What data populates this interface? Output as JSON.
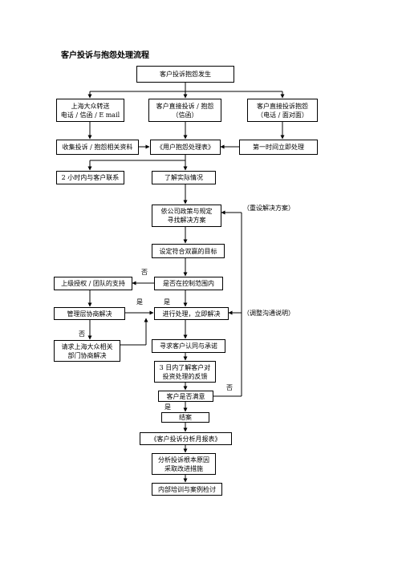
{
  "title": "客户投诉与抱怨处理流程",
  "nodes": {
    "start": "客户投诉抱怨发生",
    "n_forward_1": "上海大众转送",
    "n_forward_2": "电话 / 信函 / E mail",
    "n_direct_letter_1": "客户直接投诉 / 抱怨",
    "n_direct_letter_2": "（信函）",
    "n_direct_phone_1": "客户直接投诉抱怨",
    "n_direct_phone_2": "（电话 / 面对面）",
    "collect": "收集投诉 / 抱怨相关资料",
    "form": "《用户抱怨处理表》",
    "immediate": "第一时间立即处理",
    "contact": "2 小时内与客户联系",
    "understand": "了解实际情况",
    "policy_1": "依公司政策与规定",
    "policy_2": "寻找解决方案",
    "winwin": "设定符合双赢的目标",
    "support": "上级授权 / 团队的支持",
    "in_scope": "是否在控制范围内",
    "mgmt": "管理层协商解决",
    "handle": "进行处理，立即解决",
    "request_1": "请求上海大众相关",
    "request_2": "部门协商解决",
    "approve": "寻求客户认同与承诺",
    "feedback_1": "3 日内了解客户对",
    "feedback_2": "投资处理的反馈",
    "satisfied": "客户是否满意",
    "close": "结案",
    "report": "《客户投诉分析月报表》",
    "analysis_1": "分析投诉根本原因",
    "analysis_2": "采取改进措施",
    "training": "内部培训与案例检讨"
  },
  "labels": {
    "reset_plan": "（重设解决方案）",
    "adjust": "（调整沟通说明）",
    "no_scope": "否",
    "yes_support": "是",
    "yes_scope": "是",
    "no_mgmt": "否",
    "no_satisfied": "否",
    "yes_satisfied": "是"
  }
}
